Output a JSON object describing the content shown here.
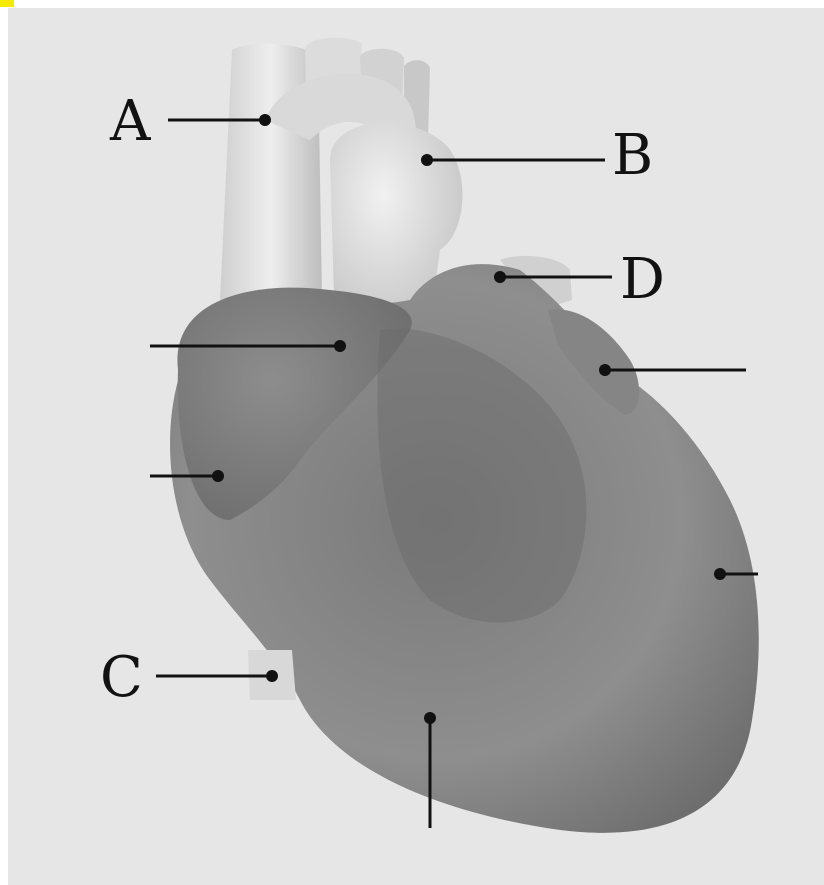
{
  "labels": {
    "a": "A",
    "b": "B",
    "c": "C",
    "d": "D"
  },
  "colors": {
    "background": "#e6e6e6",
    "highlight": "#f5ea00",
    "line": "#111111"
  }
}
